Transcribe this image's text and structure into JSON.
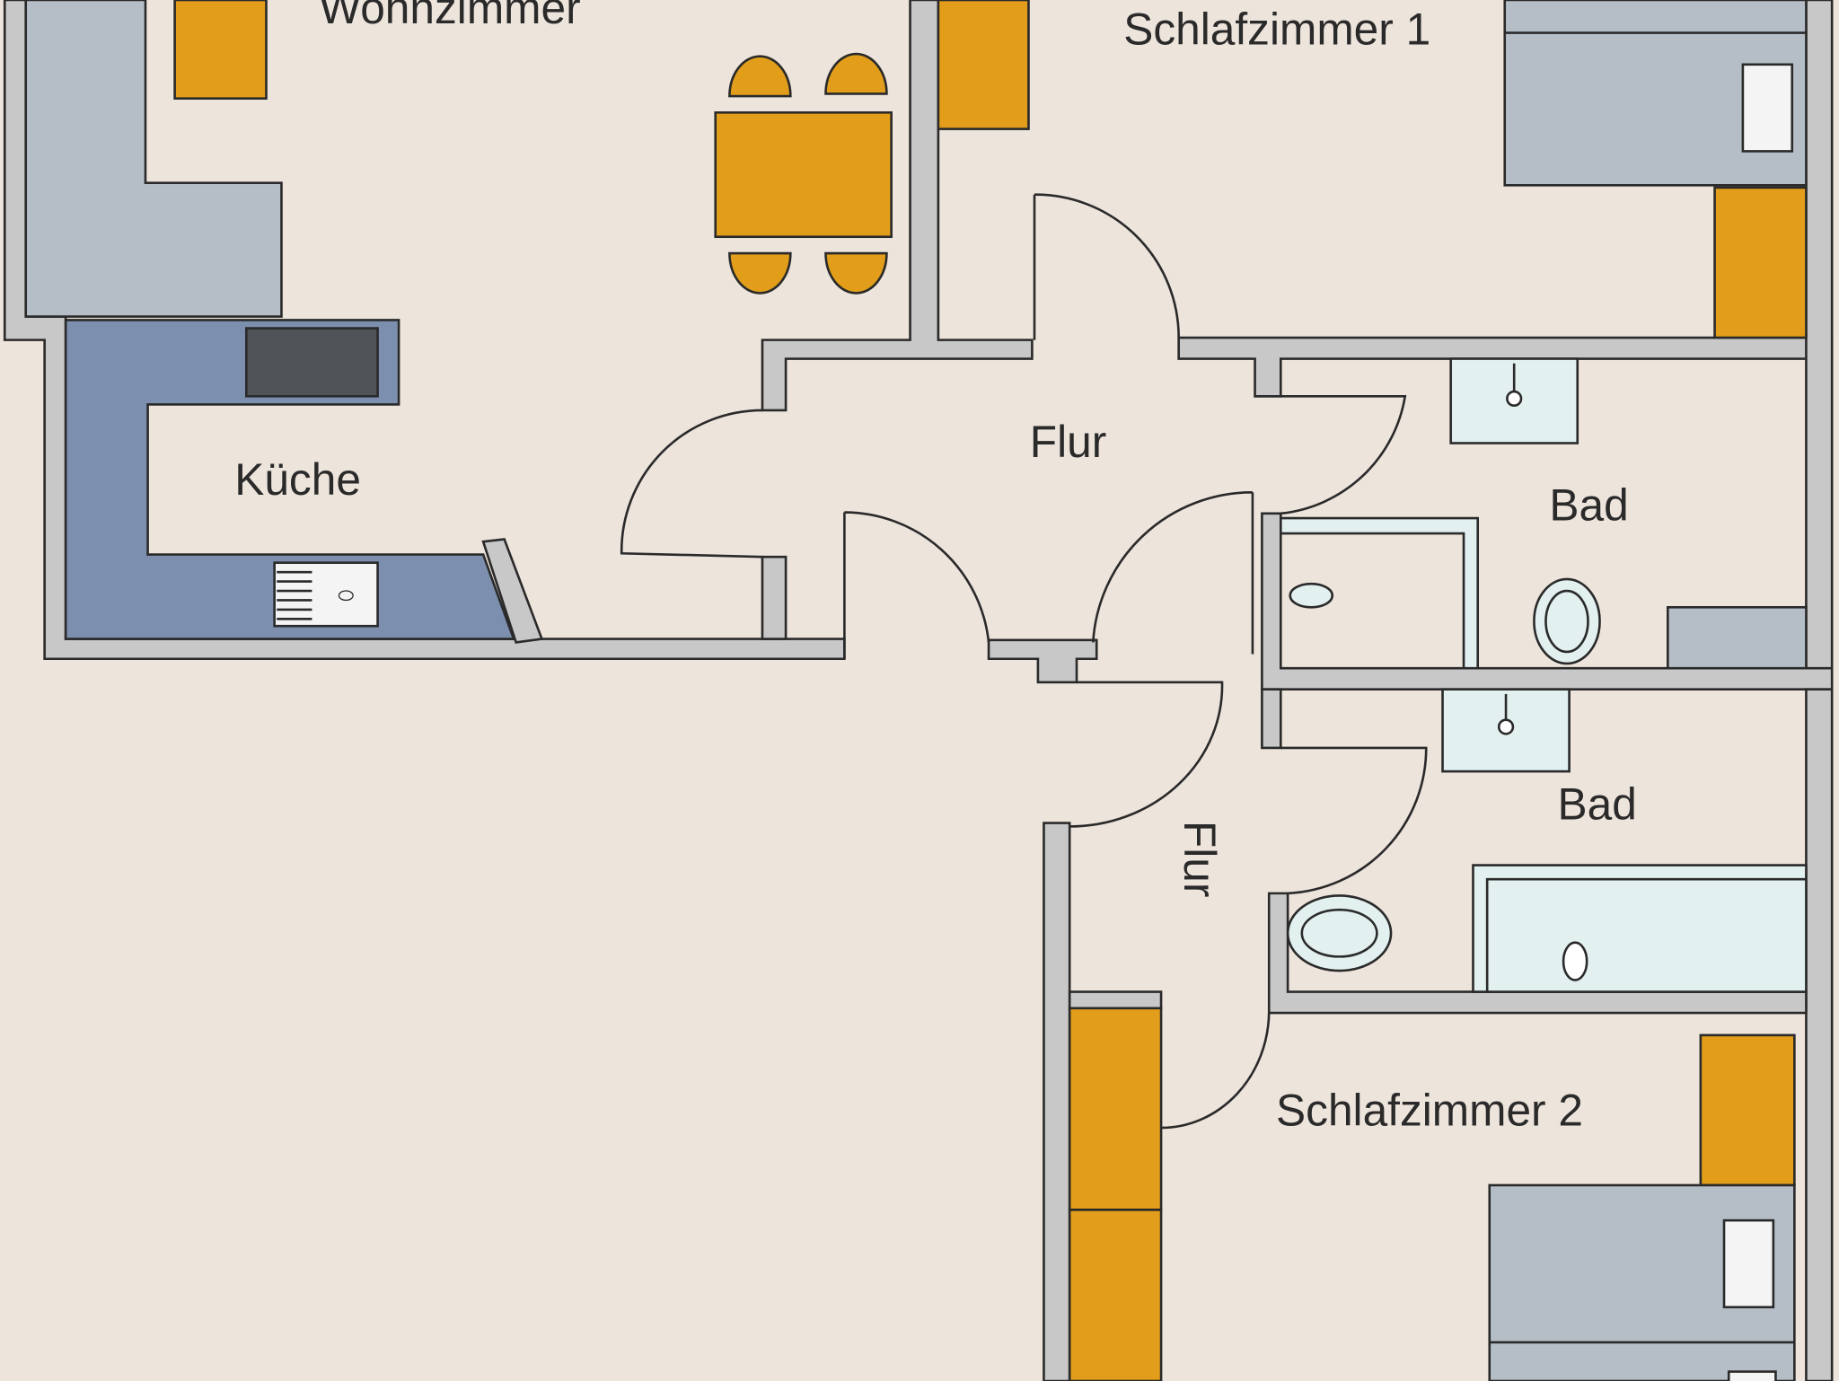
{
  "rooms": {
    "wohnzimmer": "Wohnzimmer",
    "schlafzimmer1": "Schlafzimmer 1",
    "flur1": "Flur",
    "kueche": "Küche",
    "bad1": "Bad",
    "bad2": "Bad",
    "flur2": "Flur",
    "schlafzimmer2": "Schlafzimmer 2"
  },
  "colors": {
    "floor": "#ede4dc",
    "wall": "#c8c8c8",
    "furniture": "#e29e1a",
    "cabinet": "#b5bec7",
    "kitchen": "#7c8fae",
    "sanitary": "#e3f0f0"
  }
}
